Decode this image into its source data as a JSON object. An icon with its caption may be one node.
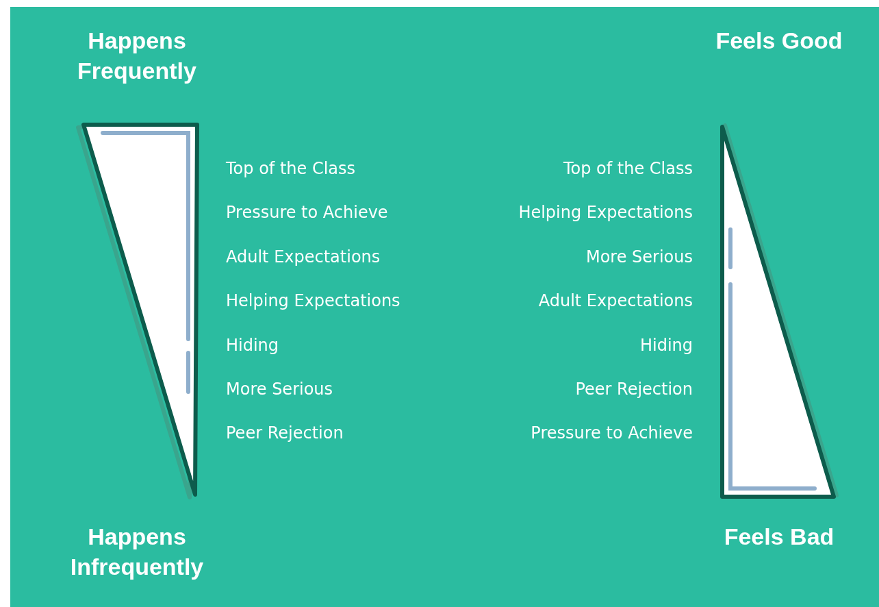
{
  "diagram": {
    "labels": [
      "Happens Frequently",
      "Feels Good",
      "Top of the Class",
      "Top of the Class",
      "Pressure to Achieve",
      "Helping Expectations",
      "Adult Expectations",
      "More Serious",
      "Helping Expectations",
      "Adult Expectations",
      "Hiding",
      "Hiding",
      "More Serious",
      "Peer Rejection",
      "Peer Rejection",
      "Pressure to Achieve",
      "Happens Infrequently",
      "Feels Bad"
    ]
  }
}
